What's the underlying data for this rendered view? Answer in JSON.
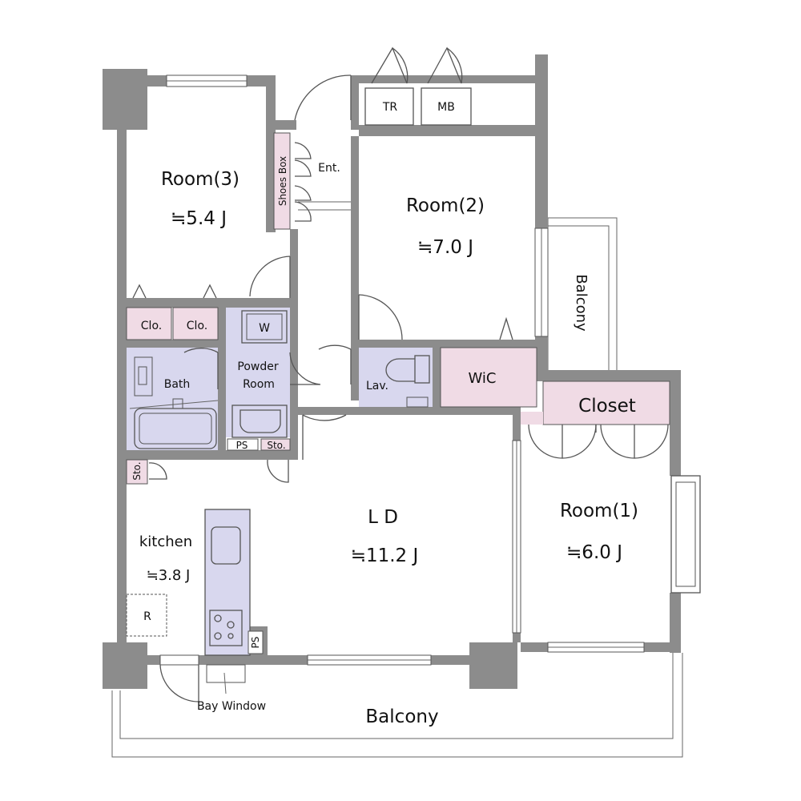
{
  "colors": {
    "wall": "#8c8c8c",
    "wet_area": "#d8d7ee",
    "storage": "#f0dbe5",
    "line": "#555555",
    "background": "#ffffff"
  },
  "rooms": {
    "room3": {
      "name": "Room(3)",
      "area": "≒5.4 J"
    },
    "room2": {
      "name": "Room(2)",
      "area": "≒7.0 J"
    },
    "room1": {
      "name": "Room(1)",
      "area": "≒6.0 J"
    },
    "ld": {
      "name": "L D",
      "area": "≒11.2 J"
    },
    "kitchen": {
      "name": "kitchen",
      "area": "≒3.8 J"
    }
  },
  "labels": {
    "tr": "TR",
    "mb": "MB",
    "entrance": "Ent.",
    "shoes_box": "Shoes Box",
    "clo1": "Clo.",
    "clo2": "Clo.",
    "washer": "W",
    "bath": "Bath",
    "powder_room_line1": "Powder",
    "powder_room_line2": "Room",
    "lav": "Lav.",
    "wic": "WiC",
    "closet": "Closet",
    "ps_top": "PS",
    "sto_top": "Sto.",
    "sto_left": "Sto.",
    "fridge": "R",
    "ps_bottom": "PS",
    "bay_window": "Bay  Window",
    "balcony_right": "Balcony",
    "balcony_bottom": "Balcony"
  }
}
